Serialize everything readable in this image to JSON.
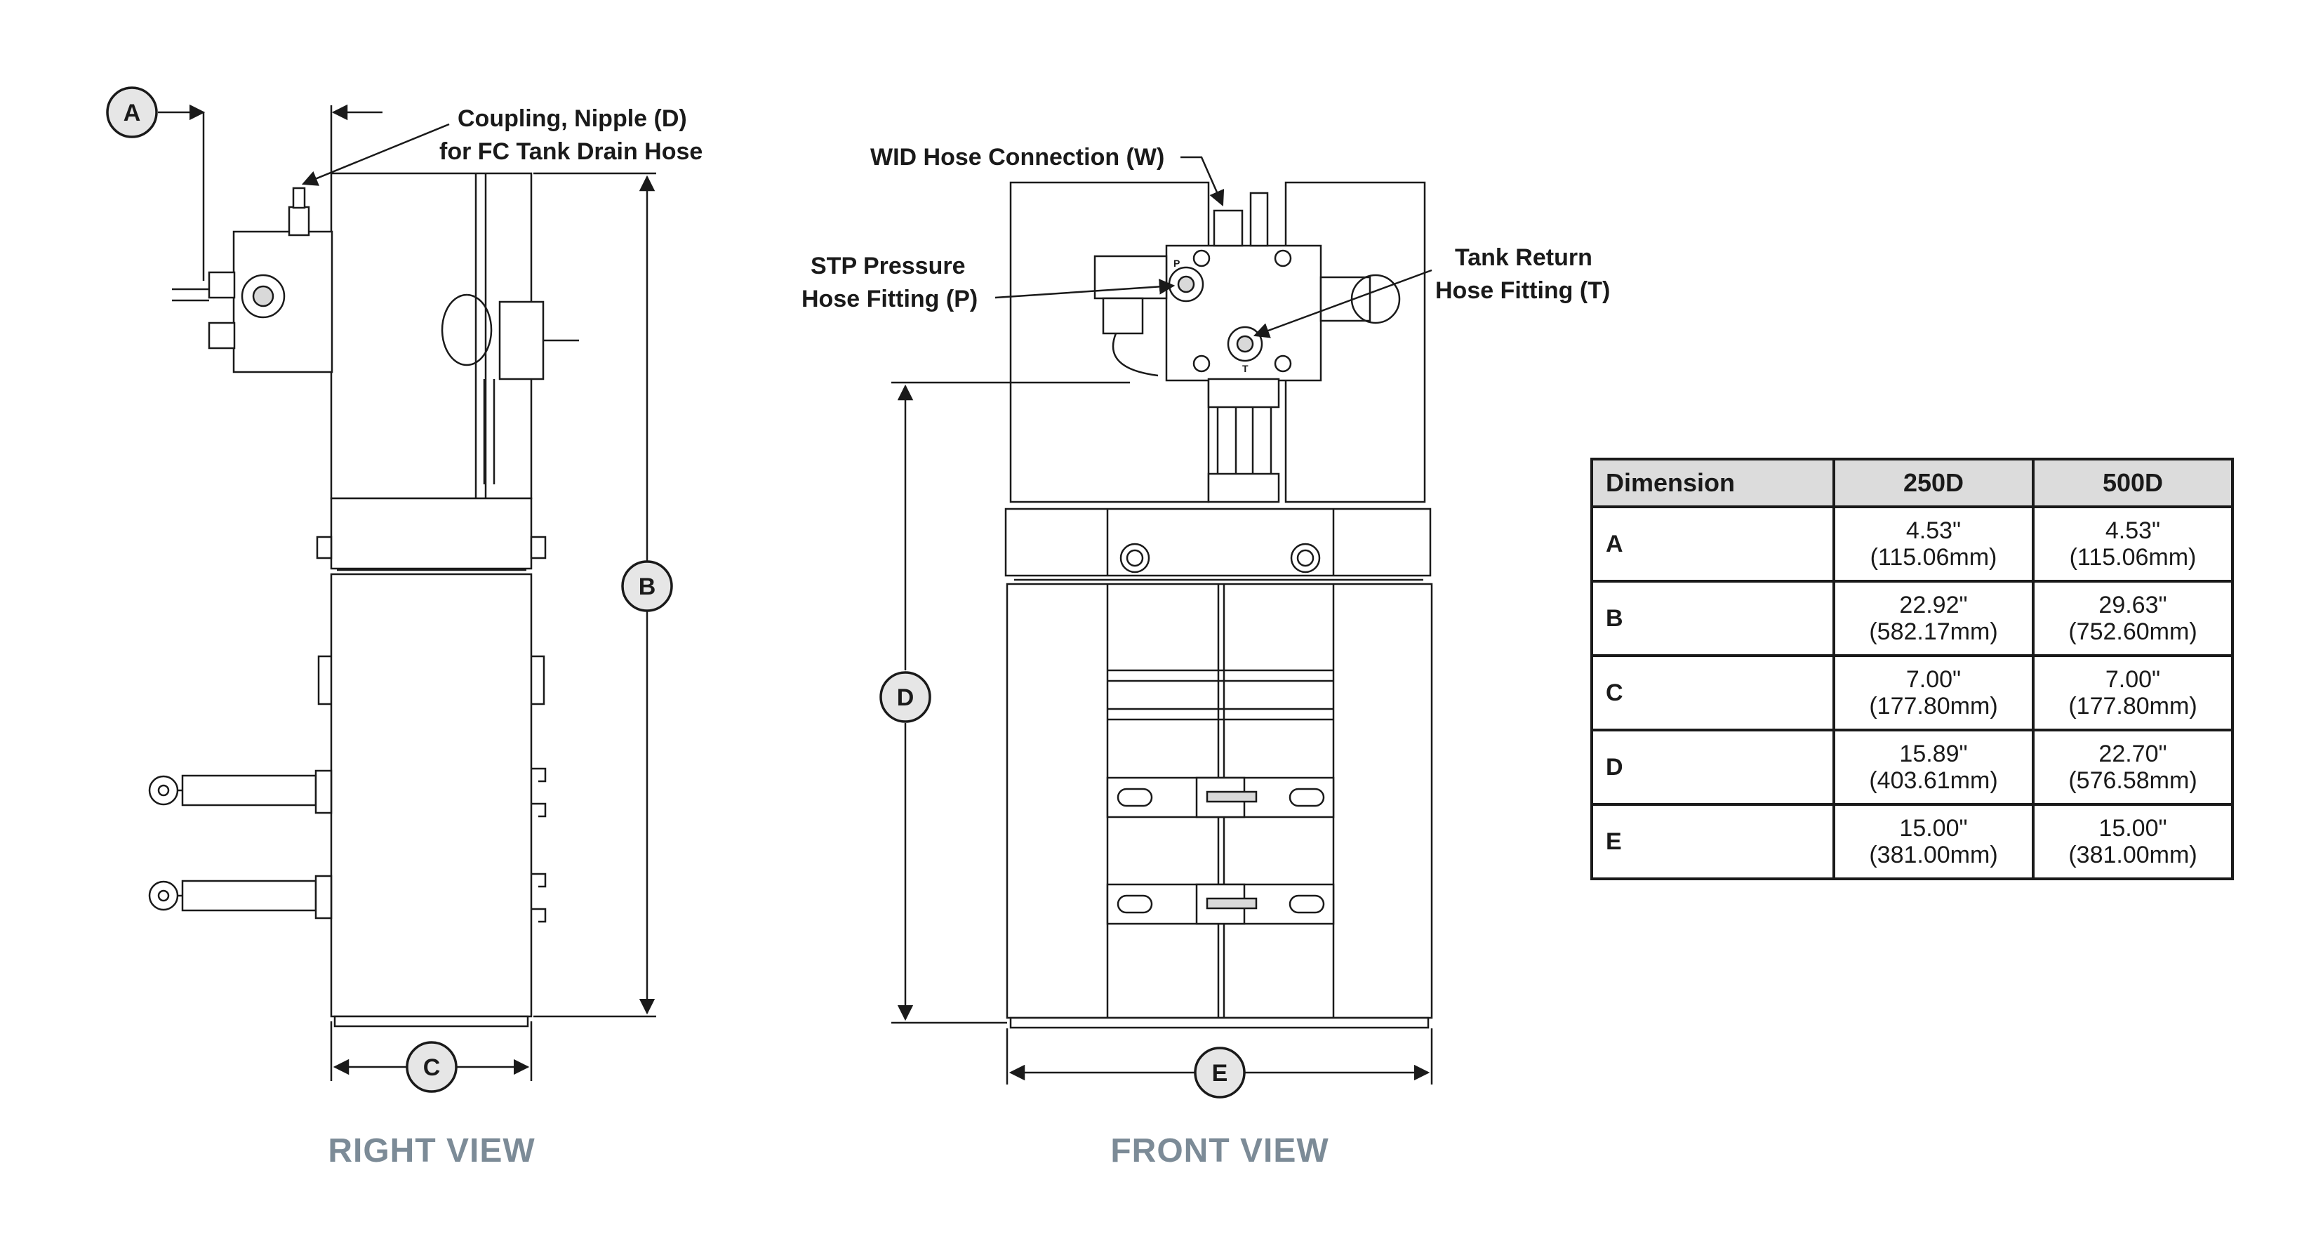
{
  "callouts": {
    "coupling_line1": "Coupling, Nipple (D)",
    "coupling_line2": "for FC Tank Drain Hose",
    "wid": "WID Hose Connection (W)",
    "stp_line1": "STP Pressure",
    "stp_line2": "Hose Fitting (P)",
    "tank_line1": "Tank Return",
    "tank_line2": "Hose Fitting (T)"
  },
  "bubbles": {
    "a": "A",
    "b": "B",
    "c": "C",
    "d": "D",
    "e": "E"
  },
  "port_marks": {
    "p": "P",
    "t": "T"
  },
  "views": {
    "right": "RIGHT VIEW",
    "front": "FRONT VIEW"
  },
  "table": {
    "headers": [
      "Dimension",
      "250D",
      "500D"
    ],
    "rows": [
      {
        "label": "A",
        "v250_in": "4.53\"",
        "v250_mm": "(115.06mm)",
        "v500_in": "4.53\"",
        "v500_mm": "(115.06mm)"
      },
      {
        "label": "B",
        "v250_in": "22.92\"",
        "v250_mm": "(582.17mm)",
        "v500_in": "29.63\"",
        "v500_mm": "(752.60mm)"
      },
      {
        "label": "C",
        "v250_in": "7.00\"",
        "v250_mm": "(177.80mm)",
        "v500_in": "7.00\"",
        "v500_mm": "(177.80mm)"
      },
      {
        "label": "D",
        "v250_in": "15.89\"",
        "v250_mm": "(403.61mm)",
        "v500_in": "22.70\"",
        "v500_mm": "(576.58mm)"
      },
      {
        "label": "E",
        "v250_in": "15.00\"",
        "v250_mm": "(381.00mm)",
        "v500_in": "15.00\"",
        "v500_mm": "(381.00mm)"
      }
    ]
  },
  "colors": {
    "line": "#1a1a1a",
    "view_title": "#7c8b97",
    "table_header": "#dcdcdc"
  }
}
